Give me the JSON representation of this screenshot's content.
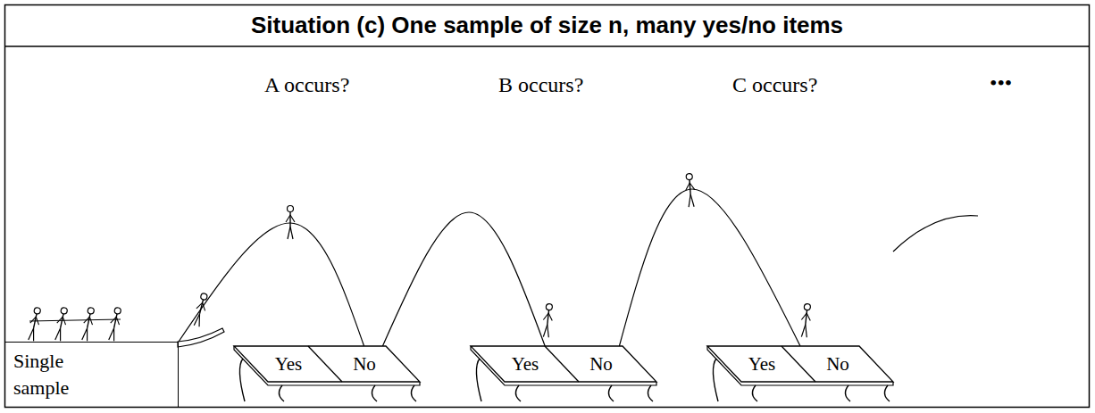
{
  "diagram": {
    "title": "Situation (c) One sample of size n, many yes/no items",
    "nodes": [
      {
        "text": [
          "Single sample"
        ]
      },
      {
        "text": [
          "Yes",
          "No"
        ]
      },
      {
        "text": [
          "Yes",
          "No"
        ]
      },
      {
        "text": [
          "Yes",
          "No"
        ]
      }
    ],
    "edges": [
      {
        "from": 0,
        "to": 1,
        "arrow": "none"
      },
      {
        "from": 1,
        "to": 2,
        "arrow": "none"
      },
      {
        "from": 2,
        "to": 3,
        "arrow": "none"
      }
    ],
    "labels": [
      "A occurs?",
      "B occurs?",
      "C occurs?",
      "•••"
    ]
  }
}
